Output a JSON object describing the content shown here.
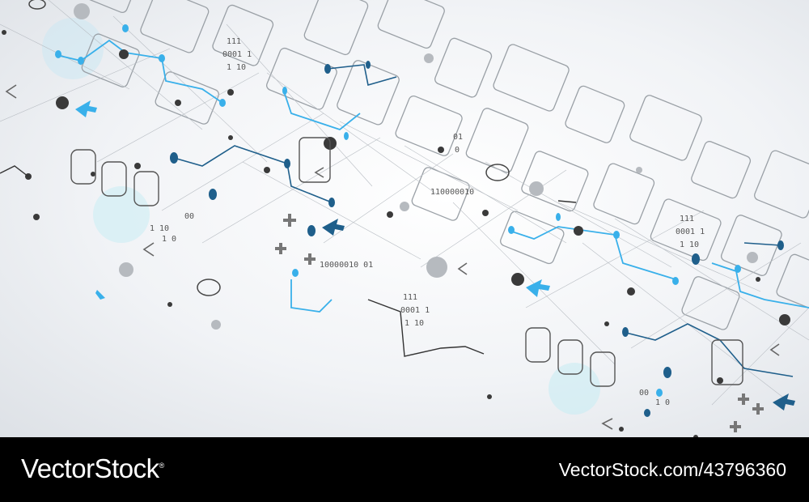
{
  "footer": {
    "brand": "VectorStock",
    "registered_mark": "®",
    "image_id": "VectorStock.com/43796360"
  },
  "artwork": {
    "binary_labels": [
      "111",
      "0001 1",
      "1 10",
      "01",
      "0",
      "110000010",
      "00",
      "1 10",
      "1 0",
      "10000010 01",
      "111",
      "0001 1",
      "1 10",
      "111",
      "0001 1",
      "1 10",
      "00",
      "1 0"
    ]
  },
  "colors": {
    "background": "#eef0f3",
    "line_gray": "#9aa0a6",
    "dark_gray": "#3a3a3a",
    "navy": "#1f5f8b",
    "cyan": "#39b0ea",
    "footer": "#000000"
  }
}
